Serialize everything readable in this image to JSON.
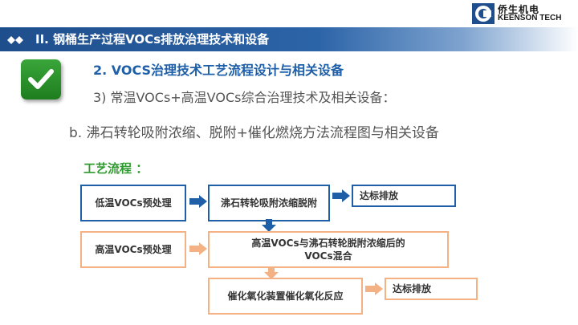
{
  "header": {
    "title": "II.  钢桶生产过程VOCs排放治理技术和设备"
  },
  "logo": {
    "zh": "侨生机电",
    "en": "KEENSON TECH"
  },
  "subtitle": "2.  VOCS治理技术工艺流程设计与相关设备",
  "line3": "3)  常温VOCs+高温VOCs综合治理技术及相关设备：",
  "line_b": "b.  沸石转轮吸附浓缩、脱附+催化燃烧方法流程图与相关设备",
  "process_label": "工艺流程 ：",
  "flow": {
    "low_pre": "低温VOCs预处理",
    "zeolite": "沸石转轮吸附浓缩脱附",
    "emit1": "达标排放",
    "high_pre": "高温VOCs预处理",
    "mix": "高温VOCs与沸石转轮脱附浓缩后的VOCs混合",
    "catalytic": "催化氧化装置催化氧化反应",
    "emit2": "达标排放"
  },
  "colors": {
    "blue": "#1f5fa8",
    "orange": "#f4b183",
    "green": "#2e9b2e"
  },
  "icons": {
    "check": "check-icon",
    "logo": "keenson-logo-icon"
  }
}
